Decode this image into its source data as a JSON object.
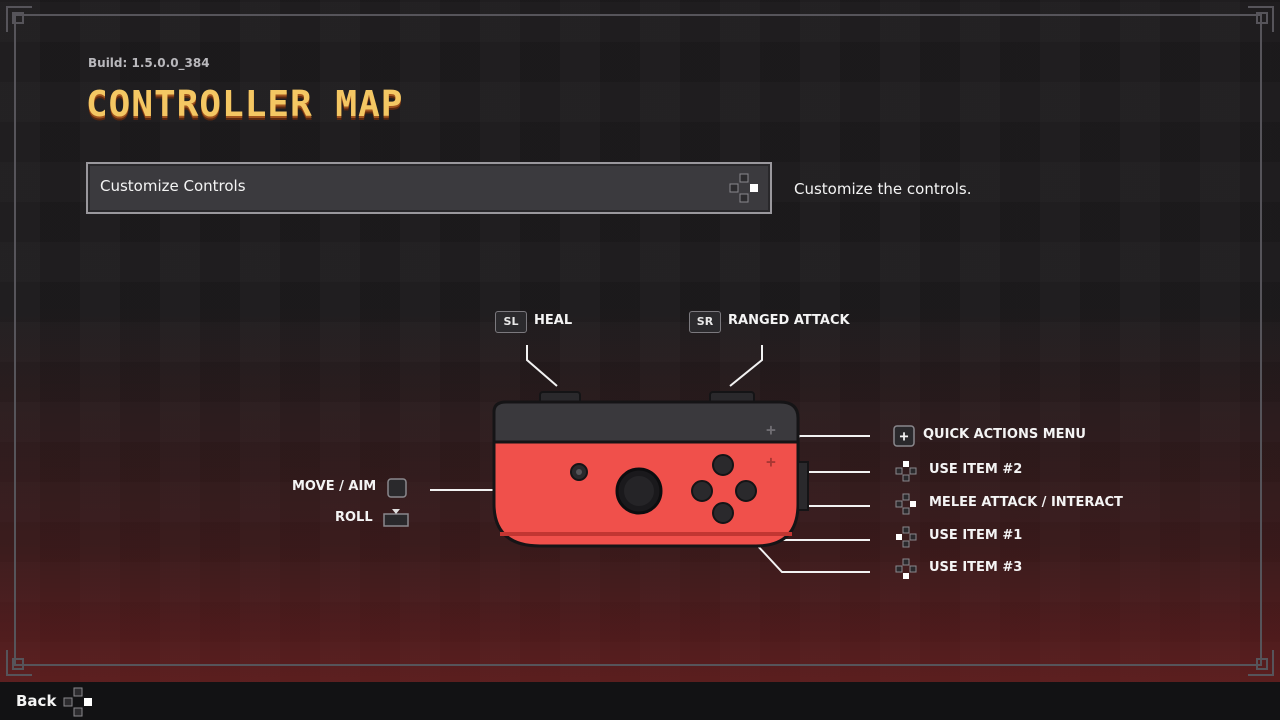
{
  "header": {
    "build": "Build: 1.5.0.0_384",
    "title": "CONTROLLER MAP"
  },
  "customize": {
    "label": "Customize Controls",
    "description": "Customize the controls."
  },
  "mappings": {
    "sl_badge": "SL",
    "sl_action": "HEAL",
    "sr_badge": "SR",
    "sr_action": "RANGED ATTACK",
    "move_aim": "MOVE / AIM",
    "roll": "ROLL",
    "plus": "QUICK ACTIONS MENU",
    "btn_top": "USE ITEM #2",
    "btn_right": "MELEE ATTACK / INTERACT",
    "btn_left": "USE ITEM #1",
    "btn_bottom": "USE ITEM #3"
  },
  "colors": {
    "title": "#f4c763",
    "controller_red": "#f0504b",
    "controller_top": "#3a393d"
  },
  "footer": {
    "back_label": "Back",
    "back_icon": "dpad-right-icon"
  }
}
